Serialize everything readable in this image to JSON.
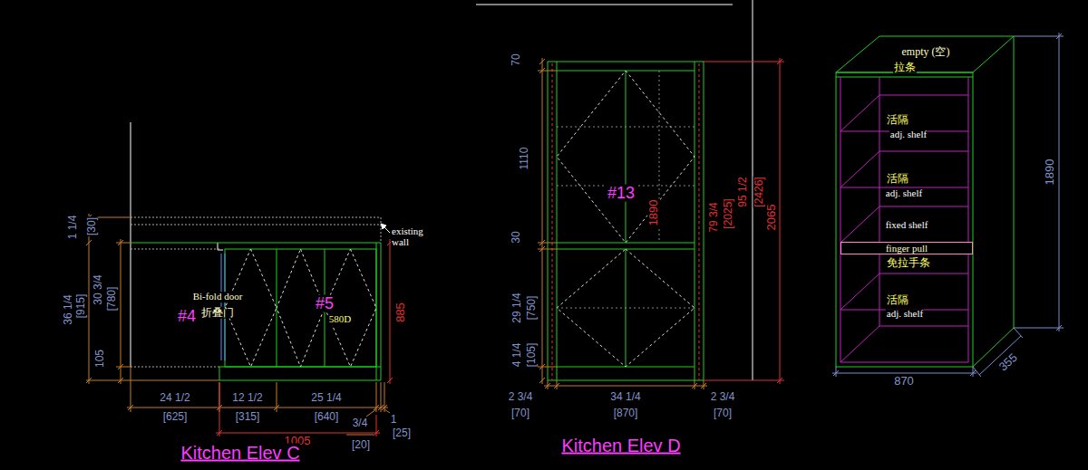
{
  "diagram": {
    "nodes": [
      {
        "text": [
          "finger pull"
        ]
      }
    ],
    "labels": [
      "1 1/4",
      "[30]",
      "36 1/4",
      "[915]",
      "30 3/4",
      "[780]",
      "105",
      "existing wall",
      "Bi-fold door",
      "折叠门",
      "#4",
      "#5",
      "580D",
      "885",
      "24 1/2",
      "[625]",
      "12 1/2",
      "[315]",
      "25 1/4",
      "[640]",
      "3/4",
      "1",
      "[25]",
      "1005",
      "[20]",
      "Kitchen Elev C",
      "70",
      "1110",
      "30",
      "29 1/4",
      "[750]",
      "4 1/4",
      "[105]",
      "#13",
      "1890",
      "79 3/4",
      "[2025]",
      "95 1/2",
      "[2426]",
      "2065",
      "2 3/4",
      "[70]",
      "34 1/4",
      "[870]",
      "2 3/4",
      "[70]",
      "Kitchen Elev D",
      "empty (空)",
      "拉条",
      "活隔",
      "adj. shelf",
      "活隔",
      "adj. shelf",
      "fixed shelf",
      "免拉手条",
      "活隔",
      "adj. shelf",
      "1890",
      "870",
      "355"
    ]
  }
}
